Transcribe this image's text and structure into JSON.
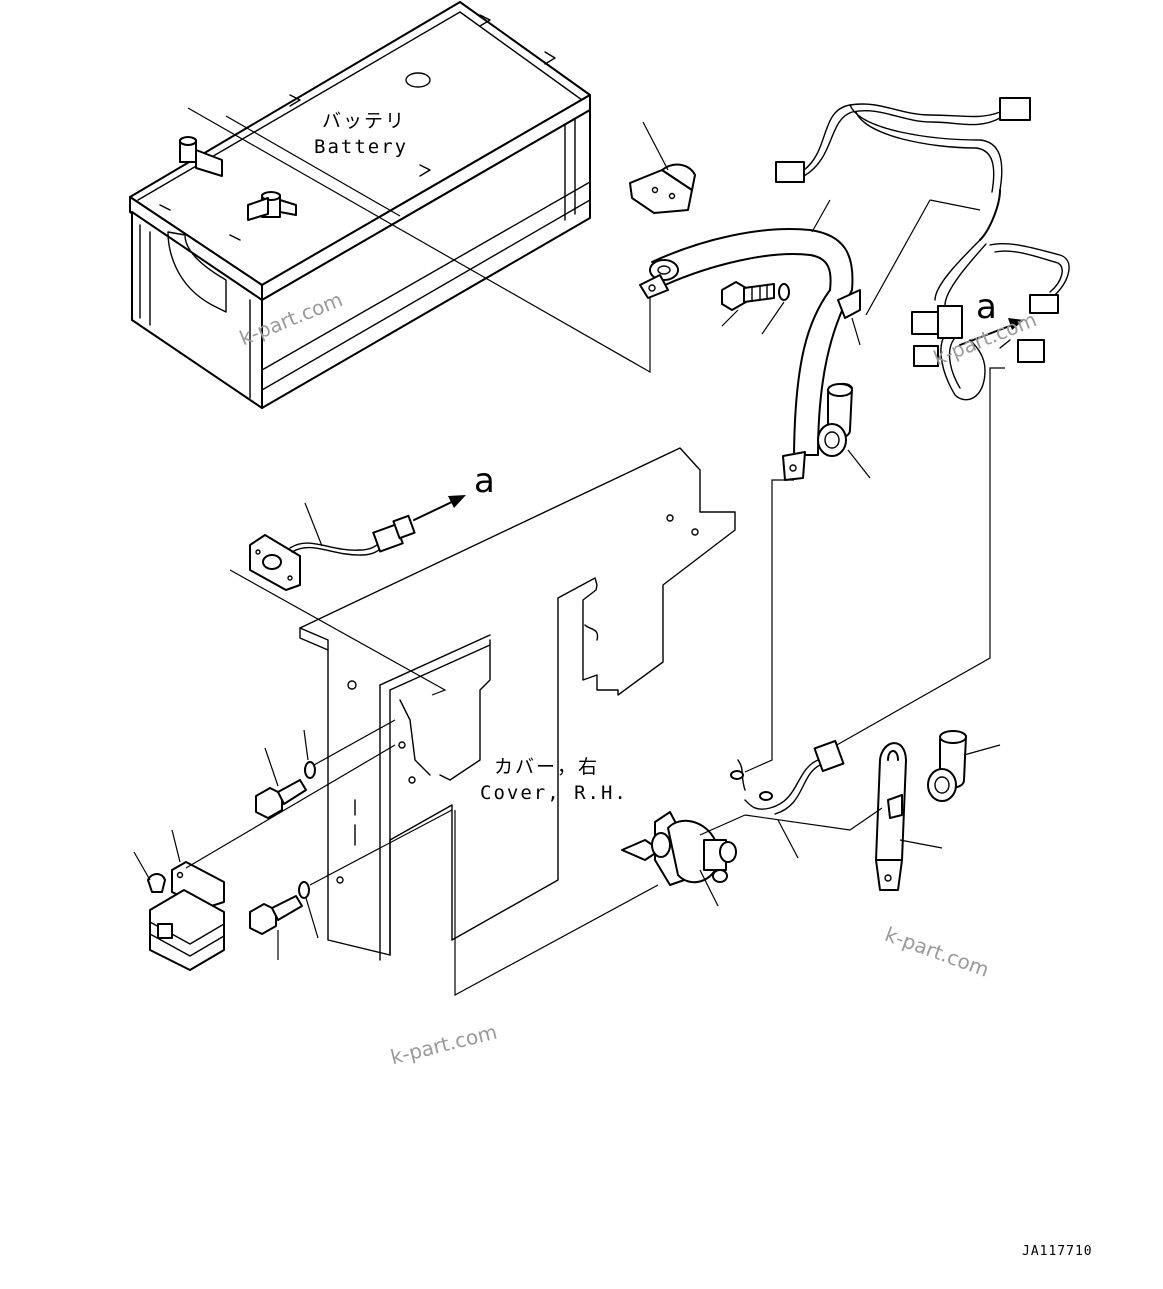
{
  "labels": {
    "battery_jp": "バッテリ",
    "battery_en": "Battery",
    "cover_jp": "カバー，右",
    "cover_en": "Cover, R.H."
  },
  "connection_marks": {
    "a_left": "a",
    "a_right": "a"
  },
  "watermarks": [
    "k-part.com",
    "k-part.com",
    "k-part.com",
    "k-part.com"
  ],
  "drawing_code": "JA117710"
}
